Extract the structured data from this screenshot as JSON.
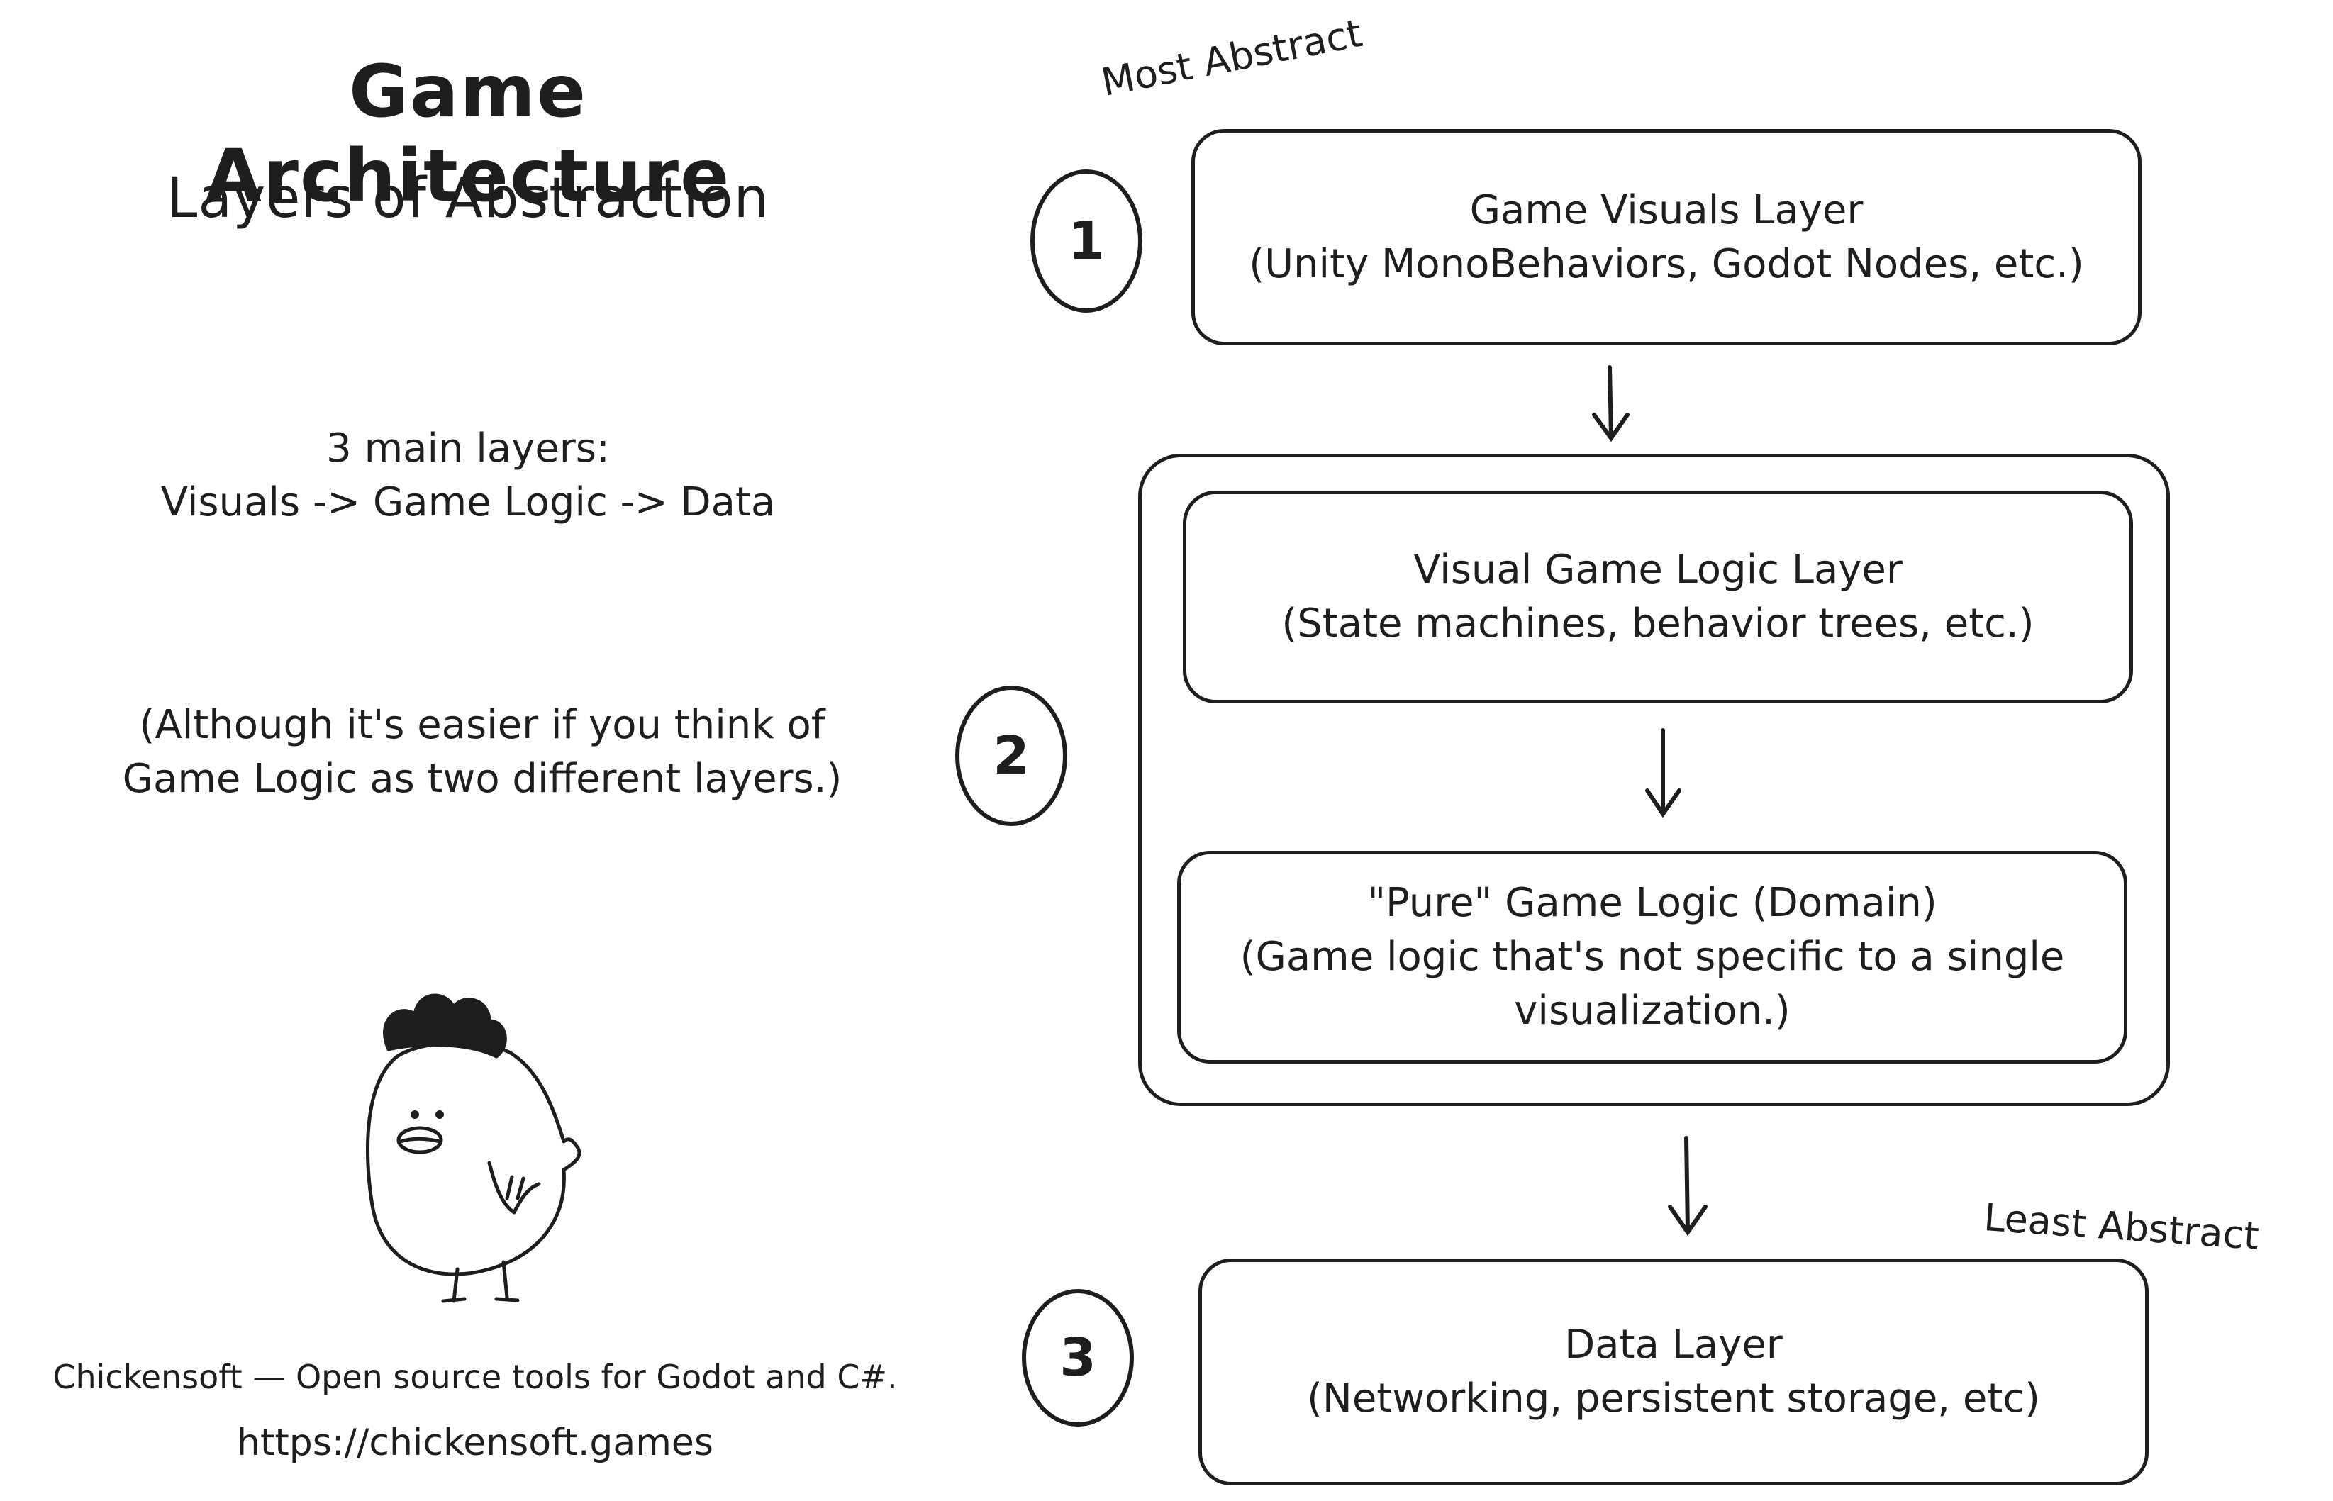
{
  "header": {
    "title": "Game Architecture",
    "subtitle": "Layers of Abstraction"
  },
  "sidebar_notes": {
    "main_layers_line1": "3 main layers:",
    "main_layers_line2": "Visuals -> Game Logic -> Data",
    "note_line1": "(Although it's easier if you think of",
    "note_line2": "Game Logic as two different layers.)"
  },
  "labels": {
    "most_abstract": "Most Abstract",
    "least_abstract": "Least Abstract"
  },
  "layers": [
    {
      "number": "1",
      "title": "Game Visuals Layer",
      "description": "(Unity MonoBehaviors, Godot Nodes, etc.)"
    },
    {
      "number": "2",
      "sublayers": [
        {
          "title": "Visual Game Logic Layer",
          "description": "(State machines, behavior trees, etc.)"
        },
        {
          "title": "\"Pure\" Game Logic (Domain)",
          "description_line1": "(Game logic that's not specific to a single",
          "description_line2": "visualization.)"
        }
      ]
    },
    {
      "number": "3",
      "title": "Data Layer",
      "description": "(Networking, persistent storage, etc)"
    }
  ],
  "footer": {
    "tagline": "Chickensoft — Open source tools for Godot and C#.",
    "url": "https://chickensoft.games"
  },
  "mascot": {
    "icon": "chicken-mascot-icon"
  },
  "colors": {
    "stroke": "#1e1e1e",
    "background": "#ffffff"
  }
}
